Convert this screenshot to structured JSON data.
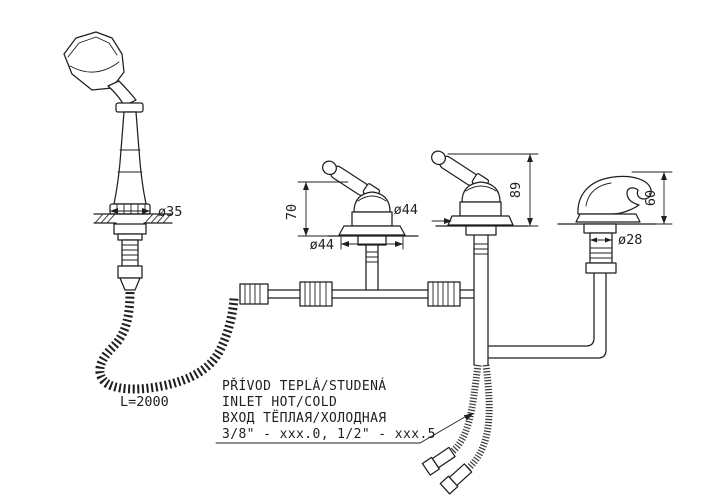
{
  "drawing": {
    "title": "Deck mounted bath mixer installation drawing",
    "dimensions": {
      "shower_flange": "ø35",
      "valve1_height": "70",
      "valve1_flange": "ø44",
      "valve2_flange": "ø44",
      "valve2_height": "89",
      "spout_height": "60",
      "spout_stem": "ø28",
      "hose_length": "L=2000"
    },
    "note_lines": [
      "PŘÍVOD TEPLÁ/STUDENÁ",
      "INLET HOT/COLD",
      "ВХОД ТЁПЛАЯ/ХОЛОДНАЯ",
      "3/8\" - xxx.0, 1/2\" - xxx.5"
    ],
    "colors": {
      "ink": "#1f1f1f",
      "paper": "#ffffff"
    }
  }
}
